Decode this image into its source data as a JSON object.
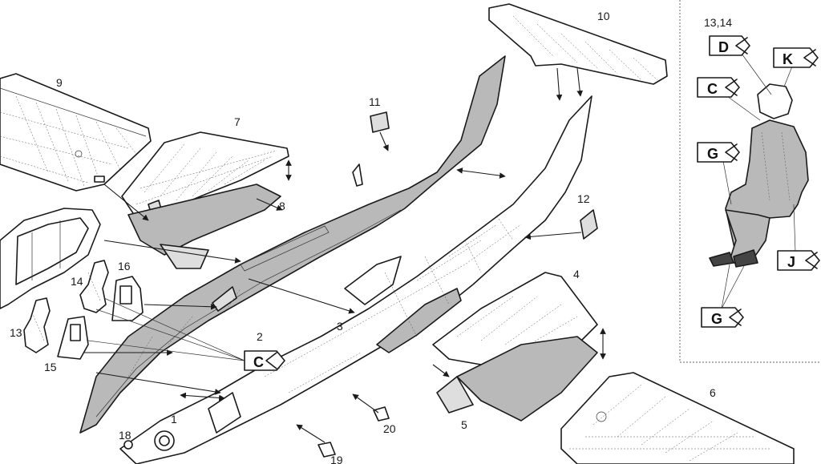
{
  "part_numbers": {
    "p1": "1",
    "p2": "2",
    "p3": "3",
    "p4": "4",
    "p5": "5",
    "p6": "6",
    "p7": "7",
    "p8": "8",
    "p9": "9",
    "p10": "10",
    "p11": "11",
    "p12": "12",
    "p13": "13",
    "p14": "14",
    "p15": "15",
    "p16": "16",
    "p18": "18",
    "p19": "19",
    "p20": "20",
    "p13_14": "13,14"
  },
  "color_flags": {
    "main_c": "C",
    "pilot_d": "D",
    "pilot_k": "K",
    "pilot_c": "C",
    "pilot_g_upper": "G",
    "pilot_j": "J",
    "pilot_g_lower": "G"
  },
  "colors": {
    "line": "#1a1a1a",
    "fill_grey": "#b9b9b9",
    "fill_light": "#dedede",
    "background": "#ffffff"
  }
}
